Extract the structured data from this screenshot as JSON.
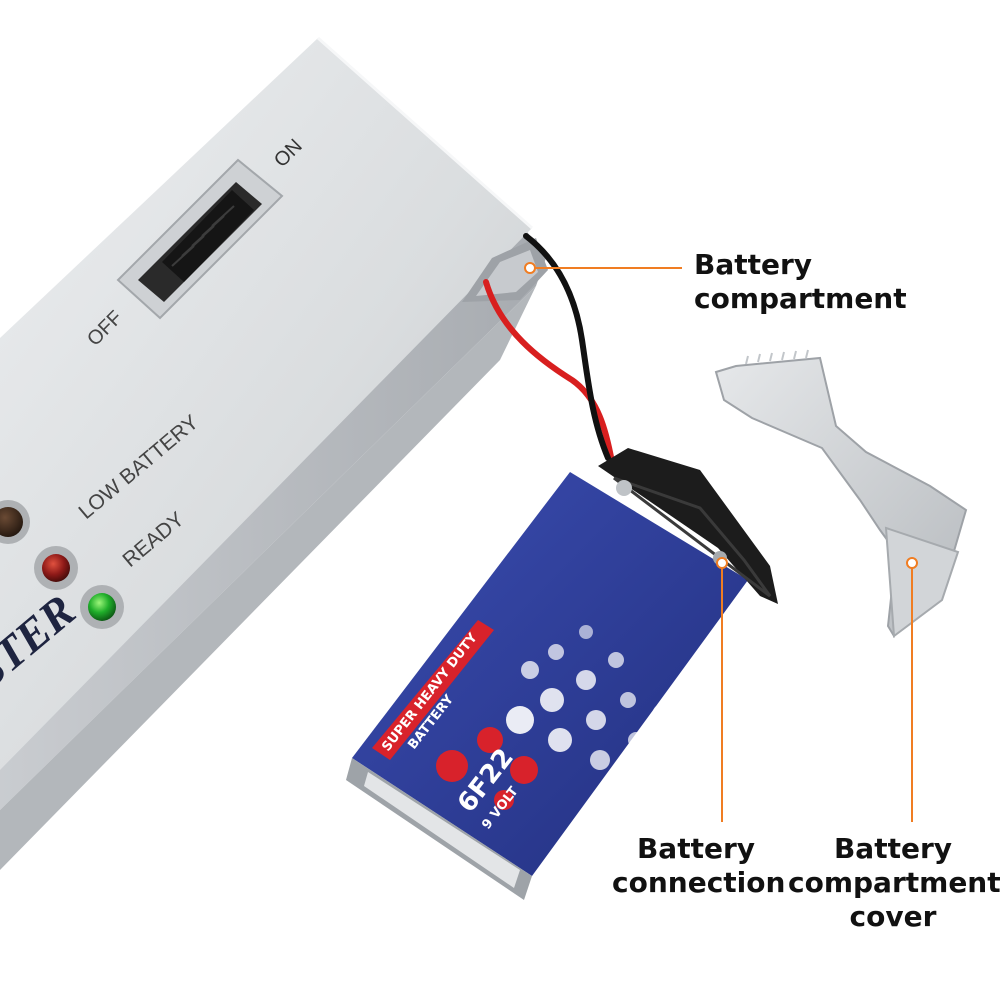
{
  "tester": {
    "switch_on_label": "ON",
    "switch_off_label": "OFF",
    "low_battery_label": "LOW BATTERY",
    "ready_label": "READY",
    "brand_fragment": "STER"
  },
  "battery": {
    "banner_line1": "SUPER HEAVY DUTY",
    "banner_line2": "BATTERY",
    "model": "6F22",
    "voltage": "9 VOLT"
  },
  "callouts": {
    "compartment": [
      "Battery",
      "compartment"
    ],
    "connection": [
      "Battery",
      "connection"
    ],
    "cover": [
      "Battery",
      "compartment",
      "cover"
    ]
  },
  "colors": {
    "leader_line": "#f07d22",
    "battery_blue": "#2c3b95",
    "battery_red": "#d8222b",
    "ready_led": "#1fae2a",
    "low_battery_led": "#8e1a18"
  }
}
